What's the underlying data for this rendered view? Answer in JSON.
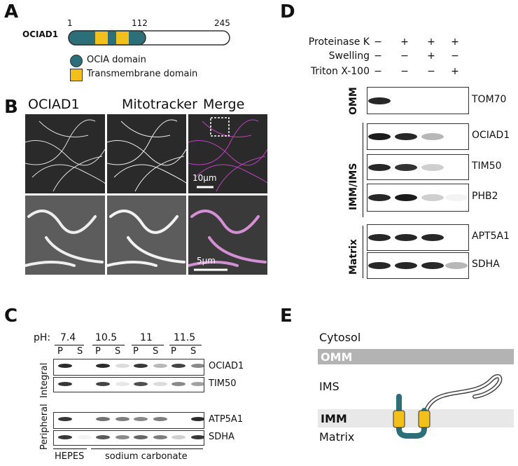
{
  "panels": {
    "a": "A",
    "b": "B",
    "c": "C",
    "d": "D",
    "e": "E"
  },
  "panel_a": {
    "protein": "OCIAD1",
    "ticks": [
      "1",
      "112",
      "245"
    ],
    "legend": [
      "OCIA domain",
      "Transmembrane domain"
    ],
    "colors": {
      "ocia": "#2c6f79",
      "tm": "#f3c01b"
    }
  },
  "panel_b": {
    "headers": [
      "OCIAD1",
      "Mitotracker",
      "Merge"
    ],
    "scale_top": "10µm",
    "scale_bottom": "5µm",
    "colors": {
      "merge": "#c040c0"
    }
  },
  "panel_c": {
    "ph_label": "pH:",
    "ph_values": [
      "7.4",
      "10.5",
      "11",
      "11.5"
    ],
    "lanes": [
      "P",
      "S",
      "P",
      "S",
      "P",
      "S",
      "P",
      "S"
    ],
    "group_labels": [
      "Integral",
      "Peripheral"
    ],
    "blots": [
      "OCIAD1",
      "TIM50",
      "ATP5A1",
      "SDHA"
    ],
    "buffers": [
      "HEPES",
      "sodium carbonate"
    ],
    "intensities": [
      [
        0.9,
        0.0,
        0.9,
        0.15,
        0.85,
        0.3,
        0.8,
        0.5
      ],
      [
        0.85,
        0.0,
        0.8,
        0.1,
        0.75,
        0.15,
        0.5,
        0.4
      ],
      [
        0.85,
        0.0,
        0.6,
        0.55,
        0.5,
        0.55,
        0.0,
        0.9
      ],
      [
        0.85,
        0.05,
        0.7,
        0.5,
        0.65,
        0.55,
        0.2,
        0.85
      ]
    ]
  },
  "panel_d": {
    "conditions": [
      {
        "label": "Proteinase K",
        "signs": [
          "−",
          "+",
          "+",
          "+"
        ]
      },
      {
        "label": "Swelling",
        "signs": [
          "−",
          "−",
          "+",
          "−"
        ]
      },
      {
        "label": "Triton X-100",
        "signs": [
          "−",
          "−",
          "−",
          "+"
        ]
      }
    ],
    "compartments": [
      "OMM",
      "IMM/IMS",
      "Matrix"
    ],
    "blots": [
      "TOM70",
      "OCIAD1",
      "TIM50",
      "PHB2",
      "APT5A1",
      "SDHA"
    ],
    "intensities": [
      [
        0.9,
        0,
        0,
        0
      ],
      [
        0.95,
        0.9,
        0.3,
        0
      ],
      [
        0.9,
        0.85,
        0.2,
        0
      ],
      [
        0.9,
        0.95,
        0.2,
        0.05
      ],
      [
        0.9,
        0.9,
        0.9,
        0
      ],
      [
        0.9,
        0.9,
        0.9,
        0.3
      ]
    ]
  },
  "panel_e": {
    "labels": [
      "Cytosol",
      "OMM",
      "IMS",
      "IMM",
      "Matrix"
    ],
    "colors": {
      "omm": "#b3b3b3",
      "imm": "#e8e8e8",
      "ocia": "#2c6f79",
      "tm": "#f3c01b"
    }
  }
}
